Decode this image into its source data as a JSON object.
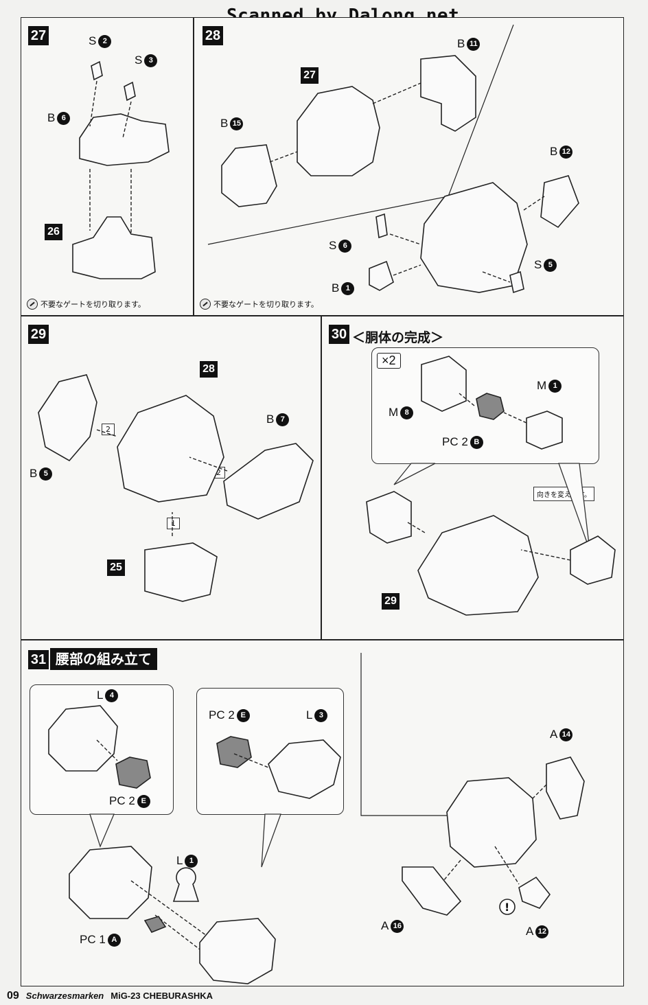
{
  "header": {
    "scan_credit": "Scanned by Dalong.net"
  },
  "footer": {
    "page_number": "09",
    "brand": "Schwarzesmarken",
    "model": "MiG-23 CHEBURASHKA"
  },
  "steps": {
    "s27": {
      "number": "27",
      "note": "不要なゲートを切り取ります。",
      "labels": {
        "s2": {
          "letter": "S",
          "num": "2"
        },
        "s3": {
          "letter": "S",
          "num": "3"
        },
        "b6": {
          "letter": "B",
          "num": "6"
        }
      },
      "ref": "26"
    },
    "s28": {
      "number": "28",
      "note": "不要なゲートを切り取ります。",
      "labels": {
        "b11": {
          "letter": "B",
          "num": "11"
        },
        "b15": {
          "letter": "B",
          "num": "15"
        },
        "b12": {
          "letter": "B",
          "num": "12"
        },
        "s6": {
          "letter": "S",
          "num": "6"
        },
        "s5": {
          "letter": "S",
          "num": "5"
        },
        "b1": {
          "letter": "B",
          "num": "1"
        }
      },
      "ref": "27"
    },
    "s29": {
      "number": "29",
      "labels": {
        "b5": {
          "letter": "B",
          "num": "5"
        },
        "b7": {
          "letter": "B",
          "num": "7"
        }
      },
      "ref_top": "28",
      "ref_bottom": "25",
      "order_1": "1",
      "order_2a": "2",
      "order_2b": "2"
    },
    "s30": {
      "number": "30",
      "title": "＜胴体の完成＞",
      "multiplier": "×2",
      "tip": "向きを変えます。",
      "labels": {
        "m8": {
          "letter": "M",
          "num": "8"
        },
        "m1": {
          "letter": "M",
          "num": "1"
        },
        "pc2b": {
          "letter": "PC 2",
          "num": "B"
        }
      },
      "ref": "29"
    },
    "s31": {
      "number": "31",
      "title": "腰部の組み立て",
      "labels": {
        "l4": {
          "letter": "L",
          "num": "4"
        },
        "pc2e_a": {
          "letter": "PC 2",
          "num": "E"
        },
        "pc2e_b": {
          "letter": "PC 2",
          "num": "E"
        },
        "l3": {
          "letter": "L",
          "num": "3"
        },
        "l1": {
          "letter": "L",
          "num": "1"
        },
        "pc1a": {
          "letter": "PC 1",
          "num": "A"
        },
        "a14": {
          "letter": "A",
          "num": "14"
        },
        "a16": {
          "letter": "A",
          "num": "16"
        },
        "a12": {
          "letter": "A",
          "num": "12"
        }
      }
    }
  }
}
